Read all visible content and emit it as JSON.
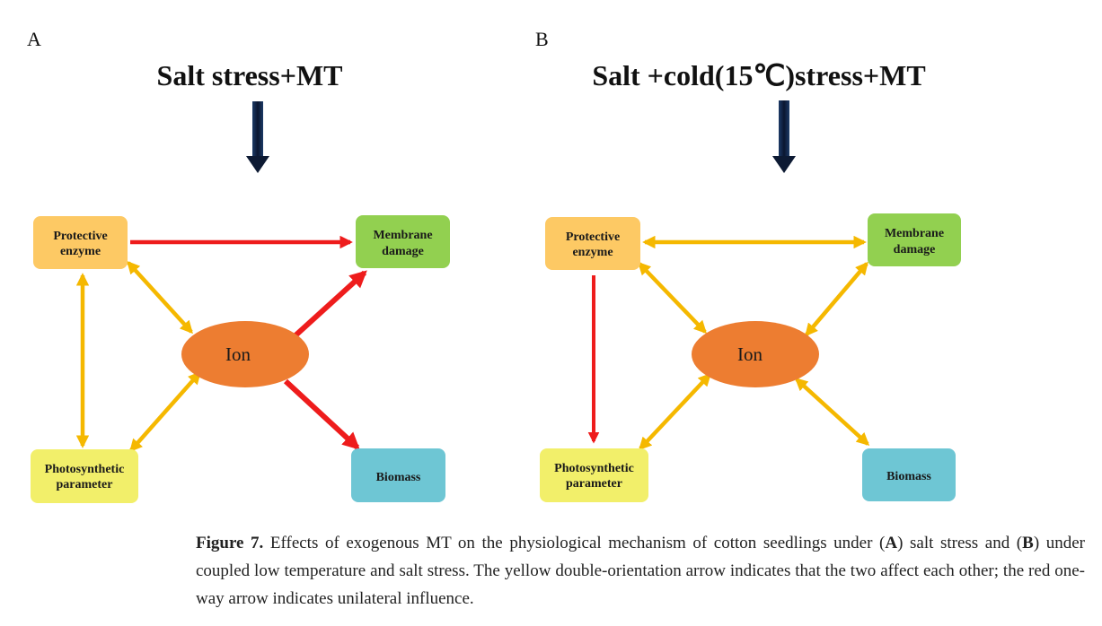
{
  "panels": [
    {
      "letter": "A",
      "title": "Salt stress+MT",
      "nodes": {
        "protective_enzyme": [
          "Protective",
          "enzyme"
        ],
        "membrane_damage": [
          "Membrane",
          "damage"
        ],
        "ion": "Ion",
        "photosynthetic_parameter": [
          "Photosynthetic",
          "parameter"
        ],
        "biomass": "Biomass"
      }
    },
    {
      "letter": "B",
      "title": "Salt +cold(15℃)stress+MT",
      "nodes": {
        "protective_enzyme": [
          "Protective",
          "enzyme"
        ],
        "membrane_damage": [
          "Membrane",
          "damage"
        ],
        "ion": "Ion",
        "photosynthetic_parameter": [
          "Photosynthetic",
          "parameter"
        ],
        "biomass": "Biomass"
      }
    }
  ],
  "colors": {
    "protective_enzyme": "#fdc964",
    "membrane_damage": "#92d050",
    "ion": "#ed7d31",
    "photosynthetic_parameter": "#f2ef6a",
    "biomass": "#6ec6d4",
    "arrow_two_way": "#f5b800",
    "arrow_one_way": "#ee1c1c",
    "down_arrow": "#0d1a33"
  },
  "caption": {
    "label": "Figure 7.",
    "seg1": " Effects of exogenous MT on the physiological mechanism of cotton seedlings under (",
    "bold_a": "A",
    "seg2": ") salt stress and (",
    "bold_b": "B",
    "seg3": ") under coupled low temperature and salt stress. The yellow double-orientation arrow indicates that the two affect each other; the red one-way arrow indicates unilateral influence."
  }
}
